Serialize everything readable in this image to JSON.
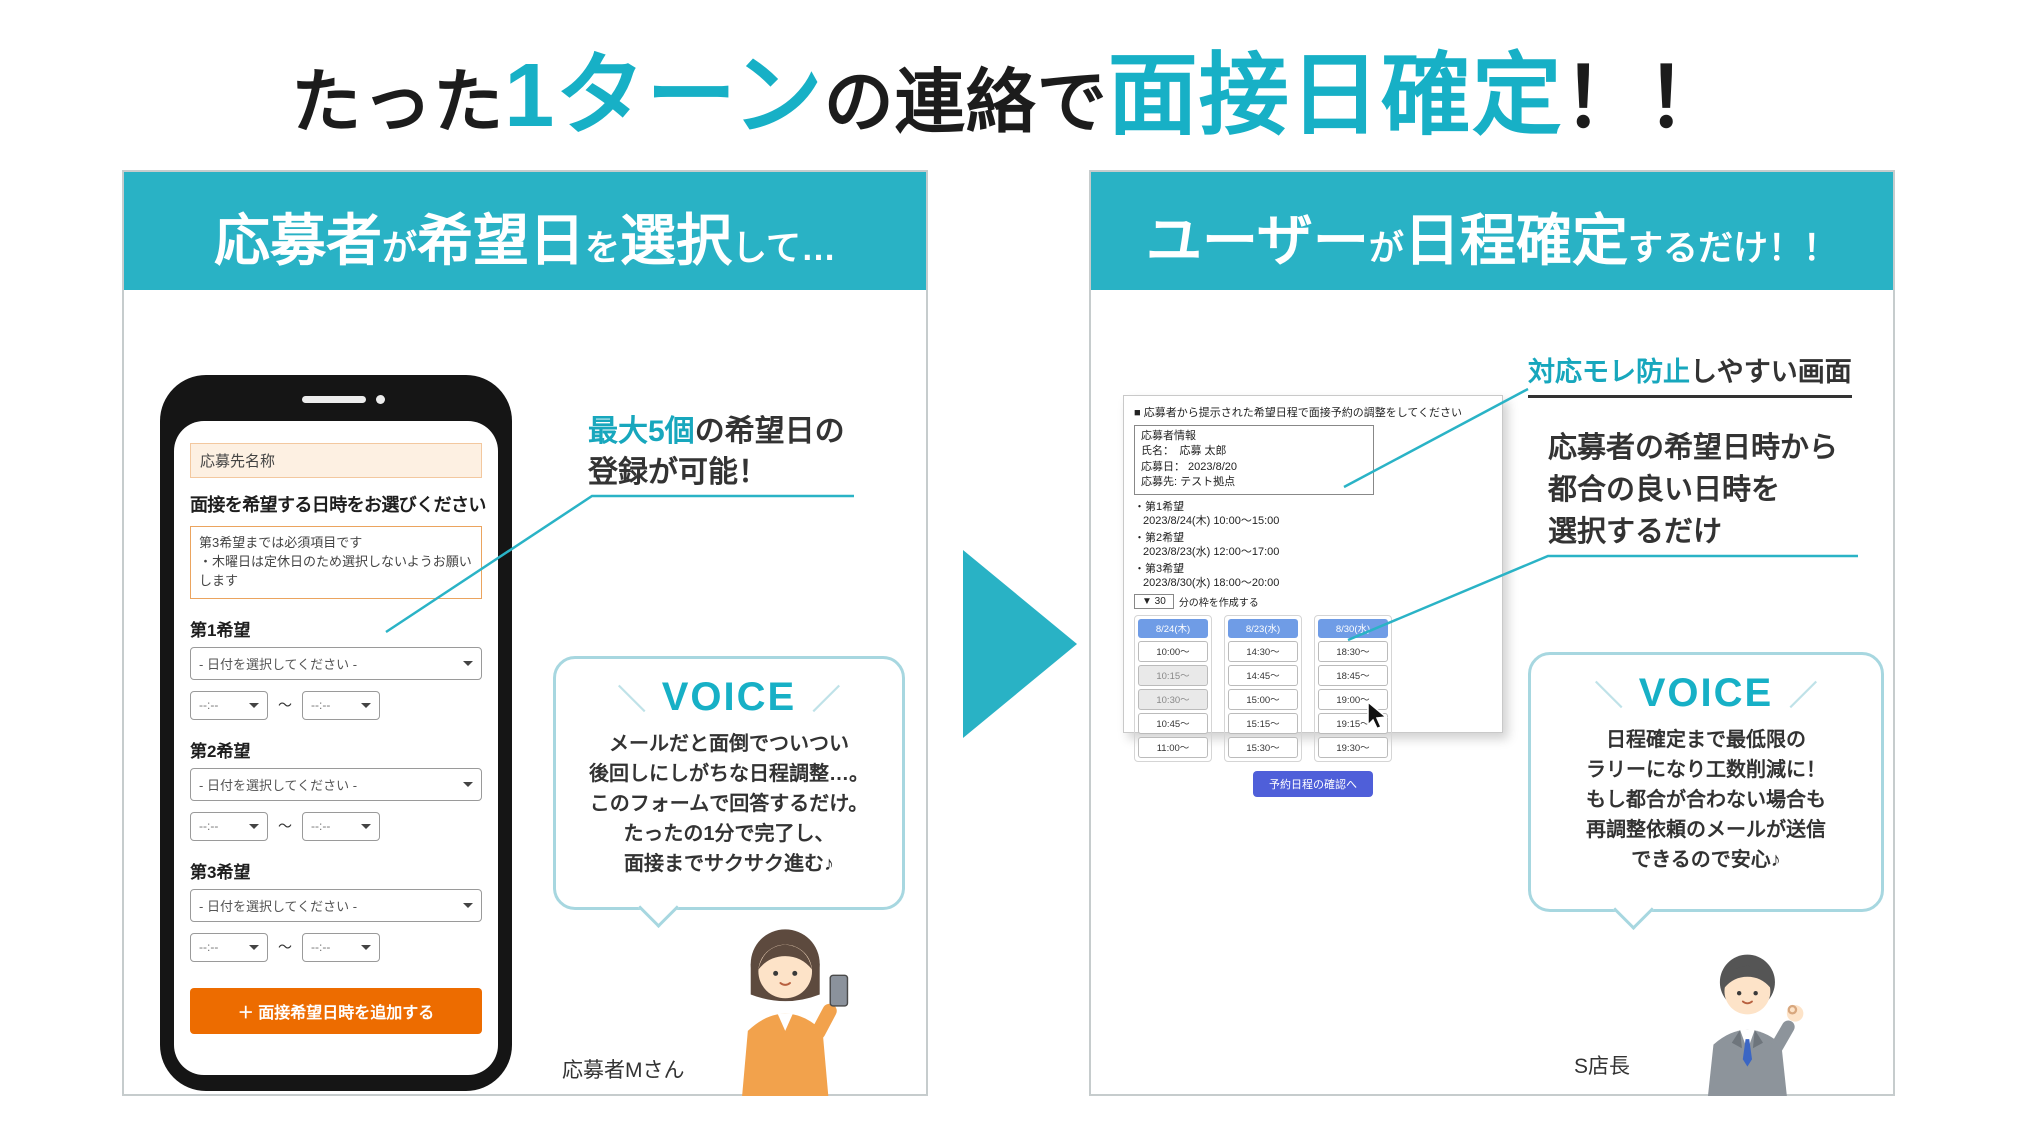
{
  "title": {
    "seg1": "たった",
    "seg2": "1ターン",
    "seg3": "の連絡で",
    "seg4": "面接日確定",
    "seg5": "！！"
  },
  "colors": {
    "accent_teal": "#17b0c6",
    "header_teal": "#29b2c5",
    "orange": "#ed6c00",
    "slot_header_blue": "#6f9ce6",
    "confirm_blue": "#4f5fd9"
  },
  "left_panel": {
    "header": {
      "seg1": "応募者",
      "seg2": "が",
      "seg3": "希望日",
      "seg4": "を",
      "seg5": "選択",
      "seg6": "して…"
    },
    "phone": {
      "app_header": "応募先名称",
      "form_title": "面接を希望する日時をお選びください",
      "note_line1": "第3希望までは必須項目です",
      "note_line2": "・木曜日は定休日のため選択しないようお願いします",
      "time_separator": "～",
      "sections": [
        {
          "label": "第1希望",
          "date_placeholder": "- 日付を選択してください -",
          "time_from": "--:--",
          "time_to": "--:--"
        },
        {
          "label": "第2希望",
          "date_placeholder": "- 日付を選択してください -",
          "time_from": "--:--",
          "time_to": "--:--"
        },
        {
          "label": "第3希望",
          "date_placeholder": "- 日付を選択してください -",
          "time_from": "--:--",
          "time_to": "--:--"
        }
      ],
      "add_button": "＋ 面接希望日時を追加する"
    },
    "annotation": {
      "highlight": "最大5個",
      "rest": "の希望日の",
      "line2": "登録が可能！"
    },
    "voice": {
      "deco_left": "＼",
      "label": "VOICE",
      "deco_right": "／",
      "lines": [
        "メールだと面倒でついつい",
        "後回しにしがちな日程調整…。",
        "このフォームで回答するだけ。",
        "たったの1分で完了し、",
        "面接までサクサク進む♪"
      ]
    },
    "character_label": "応募者Mさん"
  },
  "right_panel": {
    "header": {
      "seg1": "ユーザー",
      "seg2": "が",
      "seg3": "日程確定",
      "seg4": "するだけ！！"
    },
    "screenshot": {
      "instruction": "■ 応募者から提示された希望日程で面接予約の調整をしてください",
      "info_title": "応募者情報",
      "info_name": "氏名：　応募 太郎",
      "info_date": "応募日： 2023/8/20",
      "info_place": "応募先: テスト拠点",
      "wishes": [
        {
          "label": "・第1希望",
          "datetime": "2023/8/24(木) 10:00～15:00"
        },
        {
          "label": "・第2希望",
          "datetime": "2023/8/23(水) 12:00～17:00"
        },
        {
          "label": "・第3希望",
          "datetime": "2023/8/30(水) 18:00～20:00"
        }
      ],
      "slot_maker": {
        "dropdown_value": "▼ 30",
        "label": "分の枠を作成する"
      },
      "columns": [
        {
          "header": "8/24(木)",
          "slots": [
            "10:00～",
            "10:15～",
            "10:30～",
            "10:45～",
            "11:00～"
          ]
        },
        {
          "header": "8/23(水)",
          "slots": [
            "14:30～",
            "14:45～",
            "15:00～",
            "15:15～",
            "15:30～"
          ]
        },
        {
          "header": "8/30(水)",
          "slots": [
            "18:30～",
            "18:45～",
            "19:00～",
            "19:15～",
            "19:30～"
          ]
        }
      ],
      "confirm_button": "予約日程の確認へ"
    },
    "annotation1": {
      "highlight": "対応モレ防止",
      "rest": "しやすい画面"
    },
    "annotation2": {
      "line1": "応募者の希望日時から",
      "line2": "都合の良い日時を",
      "line3": "選択するだけ"
    },
    "voice": {
      "deco_left": "＼",
      "label": "VOICE",
      "deco_right": "／",
      "lines": [
        "日程確定まで最低限の",
        "ラリーになり工数削減に！",
        "もし都合が合わない場合も",
        "再調整依頼のメールが送信",
        "できるので安心♪"
      ]
    },
    "character_label": "S店長"
  }
}
